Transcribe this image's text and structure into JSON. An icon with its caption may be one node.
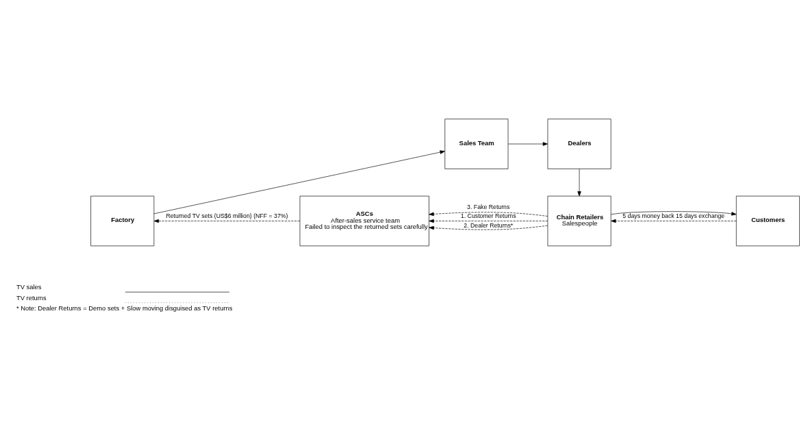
{
  "diagram": {
    "nodes": [
      {
        "text": [
          "Sales Team"
        ]
      },
      {
        "text": [
          "Dealers"
        ]
      },
      {
        "text": [
          "Factory"
        ]
      },
      {
        "text": [
          "ASCs",
          "After-sales service team",
          "Failed to inspect the returned sets carefully"
        ]
      },
      {
        "text": [
          "Chain Retailers",
          "Salespeople"
        ]
      },
      {
        "text": [
          "Customers"
        ]
      }
    ],
    "edges": [
      {
        "from": 2,
        "to": 0,
        "arrow": "to"
      },
      {
        "from": 0,
        "to": 1,
        "arrow": "to"
      },
      {
        "from": 1,
        "to": 4,
        "arrow": "to"
      },
      {
        "from": 4,
        "to": 3,
        "arrow": "to",
        "style": "dashed",
        "label": "1. Customer Returns"
      },
      {
        "from": 4,
        "to": 3,
        "arrow": "to",
        "style": "dashed",
        "label": "2. Dealer Returns*"
      },
      {
        "from": 4,
        "to": 3,
        "arrow": "to",
        "style": "dashed",
        "label": "3. Fake Returns"
      },
      {
        "from": 3,
        "to": 2,
        "arrow": "to",
        "style": "dashed",
        "label": "Returned TV sets (US$6 million) (NFF = 37%)"
      },
      {
        "from": 4,
        "to": 5,
        "arrow": "to"
      },
      {
        "from": 5,
        "to": 4,
        "arrow": "to",
        "style": "dashed",
        "label": "5 days money back 15 days exchange"
      }
    ],
    "labels": [
      "* Note: Dealer Returns = Demo sets + Slow moving disguised as TV returns"
    ],
    "legend": [
      {
        "text": "TV sales"
      },
      {
        "text": "TV returns"
      }
    ]
  }
}
